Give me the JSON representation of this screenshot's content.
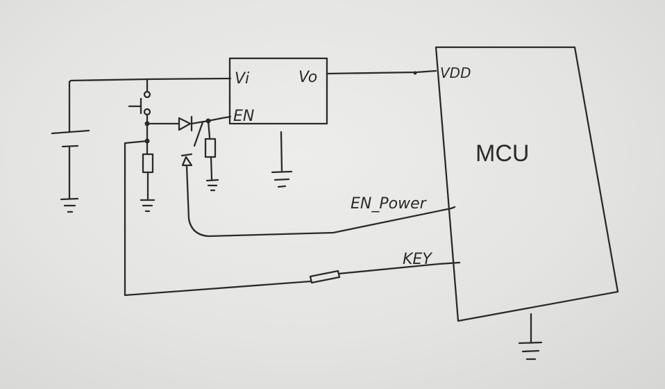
{
  "regulator": {
    "vin_label": "Vi",
    "vout_label": "Vo",
    "en_label": "EN"
  },
  "mcu": {
    "title": "MCU",
    "vdd_label": "VDD",
    "en_power_label": "EN_Power",
    "key_label": "KEY"
  },
  "colors": {
    "paper": "#e6e6e4",
    "ink": "#2a2a2a"
  }
}
